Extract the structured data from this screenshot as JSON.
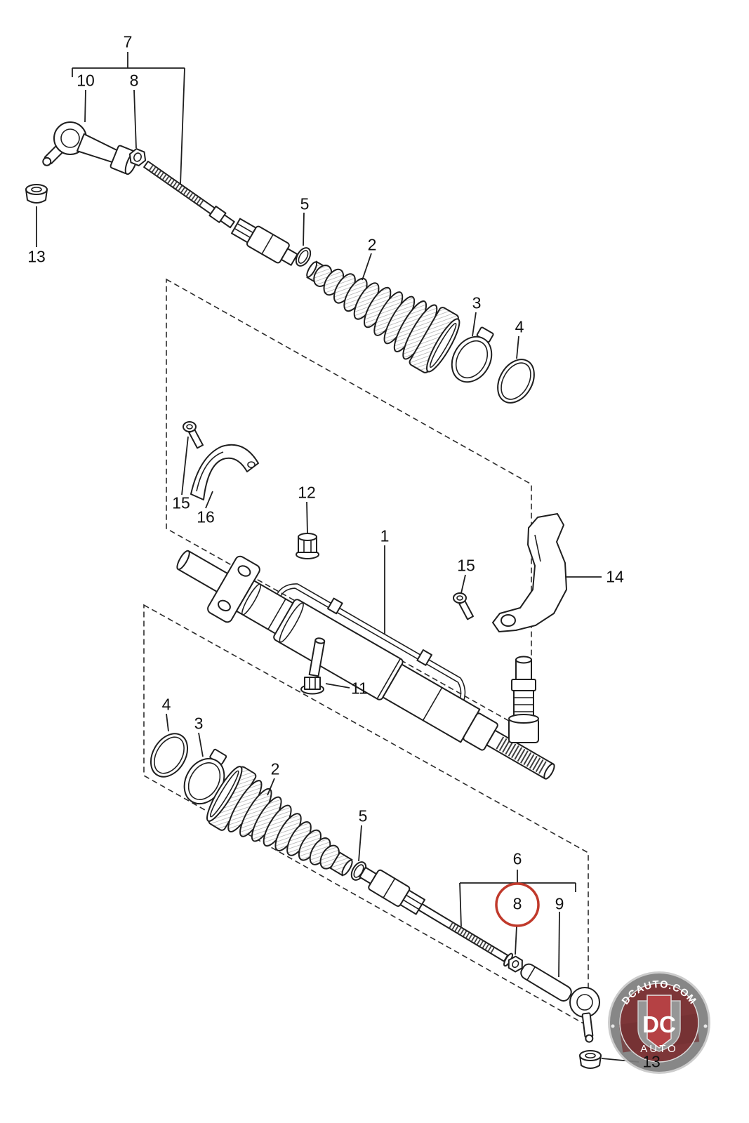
{
  "callouts": {
    "c7": "7",
    "c10": "10",
    "c8a": "8",
    "c13a": "13",
    "c5a": "5",
    "c2a": "2",
    "c3a": "3",
    "c4a": "4",
    "c15a": "15",
    "c16": "16",
    "c12": "12",
    "c1": "1",
    "c15b": "15",
    "c14": "14",
    "c11": "11",
    "c4b": "4",
    "c3b": "3",
    "c2b": "2",
    "c5b": "5",
    "c6": "6",
    "c8b": "8",
    "c9": "9",
    "c13b": "13"
  },
  "watermark": {
    "site": "DCAUTO.COM",
    "initials": "DC",
    "name": "AUTO"
  },
  "colors": {
    "highlight": "#c0392b"
  }
}
